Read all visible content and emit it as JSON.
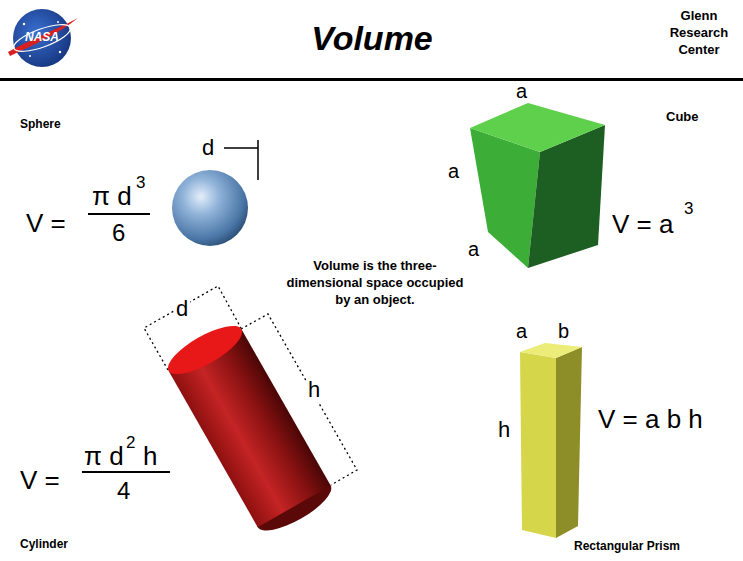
{
  "diagram": {
    "title": "Volume",
    "labels": [
      "NASA",
      "Glenn Research Center",
      "Sphere",
      "d",
      "V =",
      "π d",
      "3",
      "6",
      "a",
      "Cube",
      "a",
      "a",
      "V = a",
      "3",
      "Volume is the three-dimensional space occupied by an object.",
      "d",
      "h",
      "V =",
      "π d",
      "2",
      "h",
      "4",
      "a",
      "b",
      "h",
      "V = a b h",
      "Cylinder",
      "Rectangular Prism"
    ]
  }
}
